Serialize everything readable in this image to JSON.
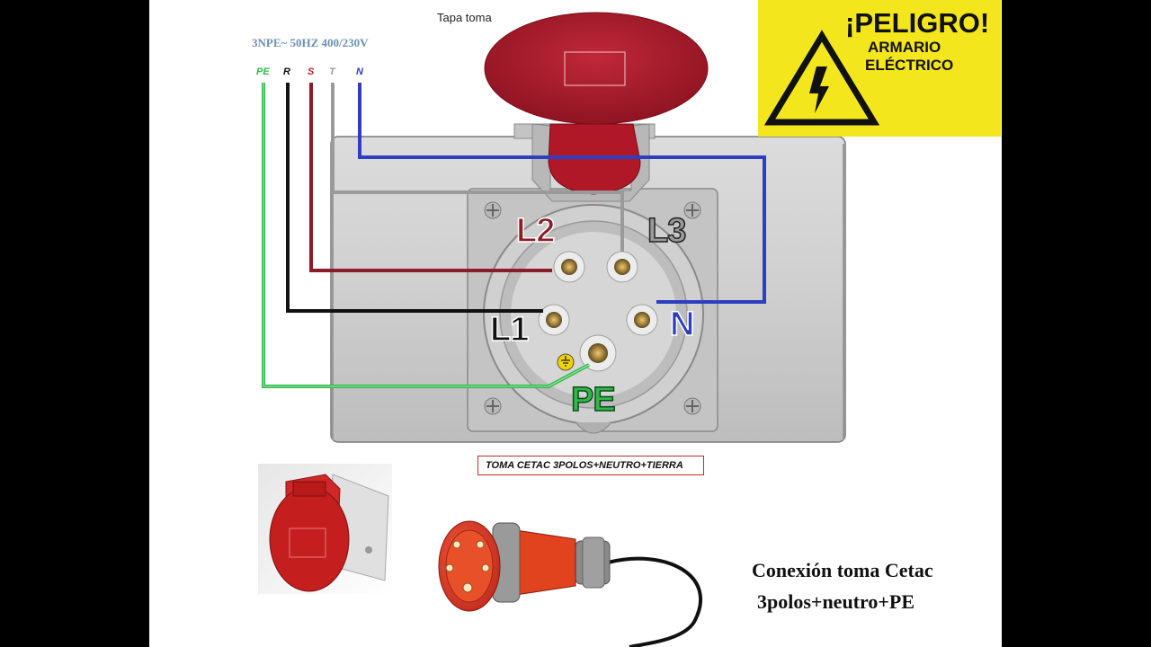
{
  "header": {
    "cover_label": "Tapa toma",
    "supply_spec": "3NPE~ 50HZ  400/230V"
  },
  "wires": {
    "pe": "PE",
    "r": "R",
    "s": "S",
    "t": "T",
    "n": "N"
  },
  "terminals": {
    "l1": "L1",
    "l2": "L2",
    "l3": "L3",
    "n": "N",
    "pe": "PE"
  },
  "caption": "TOMA CETAC 3POLOS+NEUTRO+TIERRA",
  "footer": {
    "line1": "Conexión toma Cetac",
    "line2": "3polos+neutro+PE"
  },
  "warning_sign": {
    "title": "¡PELIGRO!",
    "line1": "ARMARIO",
    "line2": "ELÉCTRICO",
    "background": "#f4e61c"
  },
  "colors": {
    "pe": "#2fb84a",
    "r": "#111111",
    "s": "#8b1c28",
    "t": "#9a9a9a",
    "n": "#2d3ec0",
    "socket_red": "#b01828"
  }
}
